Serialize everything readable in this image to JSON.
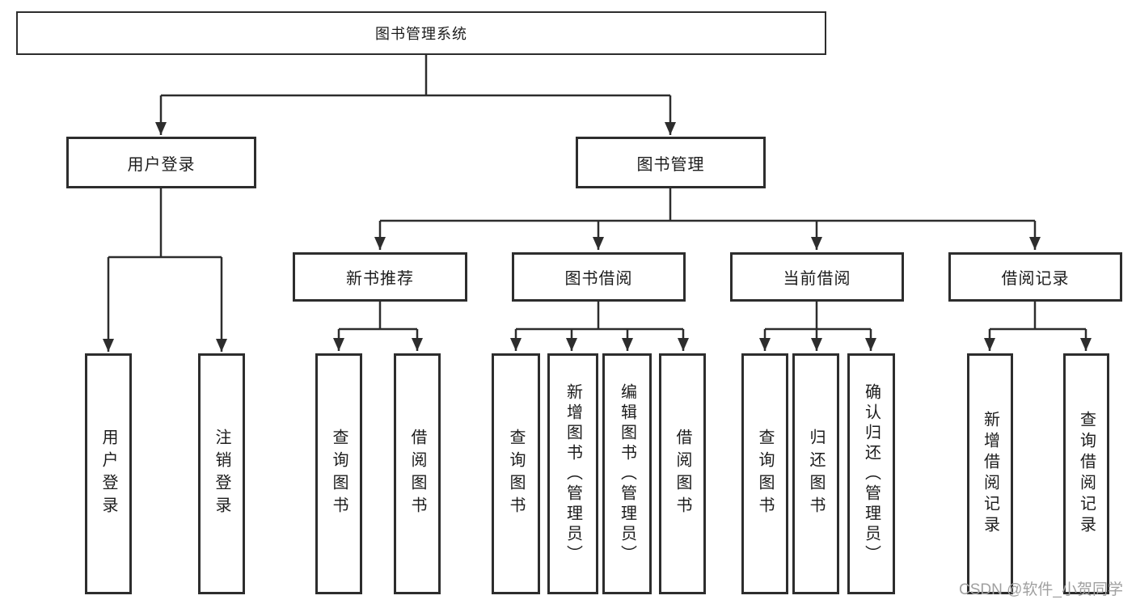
{
  "tree": {
    "root": {
      "label": "图书管理系统"
    },
    "branches": [
      {
        "label": "用户登录",
        "children": [
          {
            "label": "用户登录"
          },
          {
            "label": "注销登录"
          }
        ]
      },
      {
        "label": "图书管理",
        "children": [
          {
            "label": "新书推荐",
            "children": [
              {
                "label": "查询图书"
              },
              {
                "label": "借阅图书"
              }
            ]
          },
          {
            "label": "图书借阅",
            "children": [
              {
                "label": "查询图书"
              },
              {
                "label": "新增图书（管理员）"
              },
              {
                "label": "编辑图书（管理员）"
              },
              {
                "label": "借阅图书"
              }
            ]
          },
          {
            "label": "当前借阅",
            "children": [
              {
                "label": "查询图书"
              },
              {
                "label": "归还图书"
              },
              {
                "label": "确认归还（管理员）"
              }
            ]
          },
          {
            "label": "借阅记录",
            "children": [
              {
                "label": "新增借阅记录"
              },
              {
                "label": "查询借阅记录"
              }
            ]
          }
        ]
      }
    ]
  },
  "watermark": "CSDN @软件_小贺同学",
  "colors": {
    "line": "#2d2d2d",
    "box_fill": "#ffffff",
    "text": "#1c1c1c",
    "watermark": "#a0a0a0"
  }
}
